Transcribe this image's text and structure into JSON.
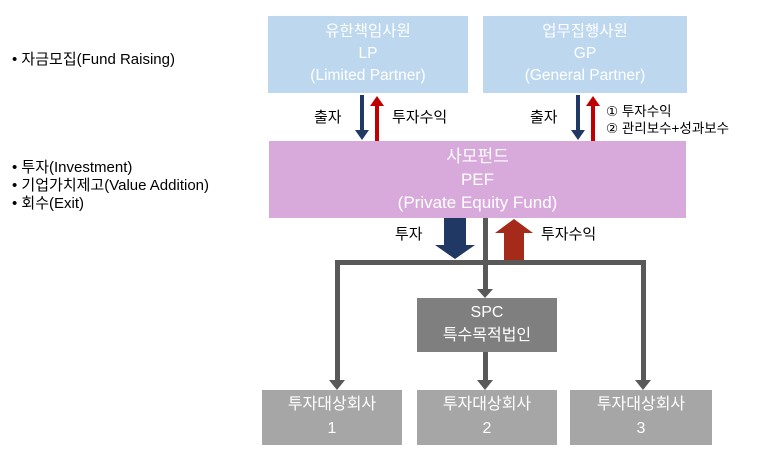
{
  "notes": [
    {
      "label": "• 자금모집(Fund Raising)"
    },
    {
      "label": "• 투자(Investment)"
    },
    {
      "label": "• 기업가치제고(Value Addition)"
    },
    {
      "label": "• 회수(Exit)"
    }
  ],
  "nodes": {
    "lp": {
      "line1": "유한책임사원",
      "line2": "LP",
      "line3": "(Limited Partner)"
    },
    "gp": {
      "line1": "업무집행사원",
      "line2": "GP",
      "line3": "(General Partner)"
    },
    "pef": {
      "line1": "사모펀드",
      "line2": "PEF",
      "line3": "(Private Equity Fund)"
    },
    "spc": {
      "line1": "SPC",
      "line2": "특수목적법인"
    },
    "target1": {
      "line1": "투자대상회사",
      "line2": "1"
    },
    "target2": {
      "line1": "투자대상회사",
      "line2": "2"
    },
    "target3": {
      "line1": "투자대상회사",
      "line2": "3"
    }
  },
  "flows": {
    "lp_contribution": "출자",
    "lp_return": "투자수익",
    "gp_contribution": "출자",
    "gp_return_1": "① 투자수익",
    "gp_return_2": "② 관리보수+성과보수",
    "pef_investment": "투자",
    "pef_return": "투자수익"
  },
  "colors": {
    "partner_box": "#BDD7EE",
    "pef_box": "#D8AADB",
    "spc_box": "#7F7F7F",
    "target_box": "#A6A6A6",
    "box_text": "#FFFFFF",
    "invest_arrow": "#1F3864",
    "return_arrow": "#C00000",
    "return_arrow_large": "#A52A1A",
    "connector": "#595959",
    "note_text": "#000000"
  }
}
